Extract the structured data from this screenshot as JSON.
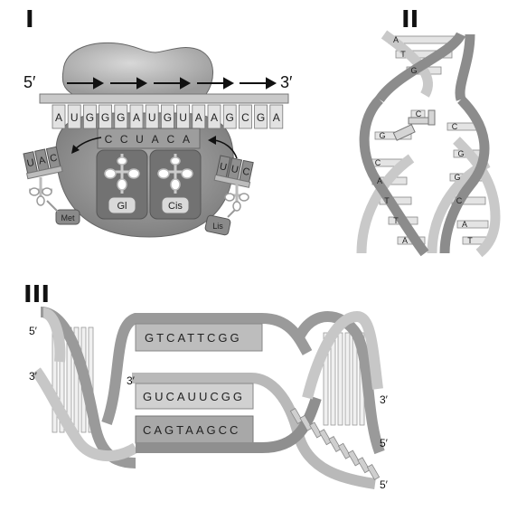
{
  "panels": [
    {
      "id": "I",
      "label": "I"
    },
    {
      "id": "II",
      "label": "II"
    },
    {
      "id": "III",
      "label": "III"
    }
  ],
  "panel1": {
    "five_prime": "5′",
    "three_prime": "3′",
    "mrna": [
      "A",
      "U",
      "G",
      "G",
      "G",
      "A",
      "U",
      "G",
      "U",
      "A",
      "A",
      "G",
      "C",
      "G",
      "A"
    ],
    "anticodons_bound": [
      "C",
      "C",
      "U",
      "A",
      "C",
      "A"
    ],
    "left_trna_anticodon": [
      "U",
      "A",
      "C"
    ],
    "right_trna_anticodon": [
      "U",
      "U",
      "C"
    ],
    "amino_acids": {
      "met": "Met",
      "gl": "Gl",
      "cis": "Cis",
      "lis": "Lis"
    }
  },
  "panel2": {
    "bases": [
      "A",
      "T",
      "G",
      "C",
      "G",
      "C",
      "A",
      "T",
      "T",
      "A",
      "C",
      "G",
      "G",
      "C",
      "A",
      "T"
    ]
  },
  "panel3": {
    "top_left_5": "5′",
    "left_3": "3′",
    "mid_3": "3′",
    "right_3": "3′",
    "right_5a": "5′",
    "right_5b": "5′",
    "seq_top": "GTCATTCGG",
    "seq_rna": "GUCAUUCGG",
    "seq_bottom": "CAGTAAGCC"
  },
  "colors": {
    "dark_strand": "#8c8c8c",
    "light_strand": "#c6c6c6",
    "ribosome": "#9a9a9a",
    "ribosome_top": "#b5b5b5"
  }
}
